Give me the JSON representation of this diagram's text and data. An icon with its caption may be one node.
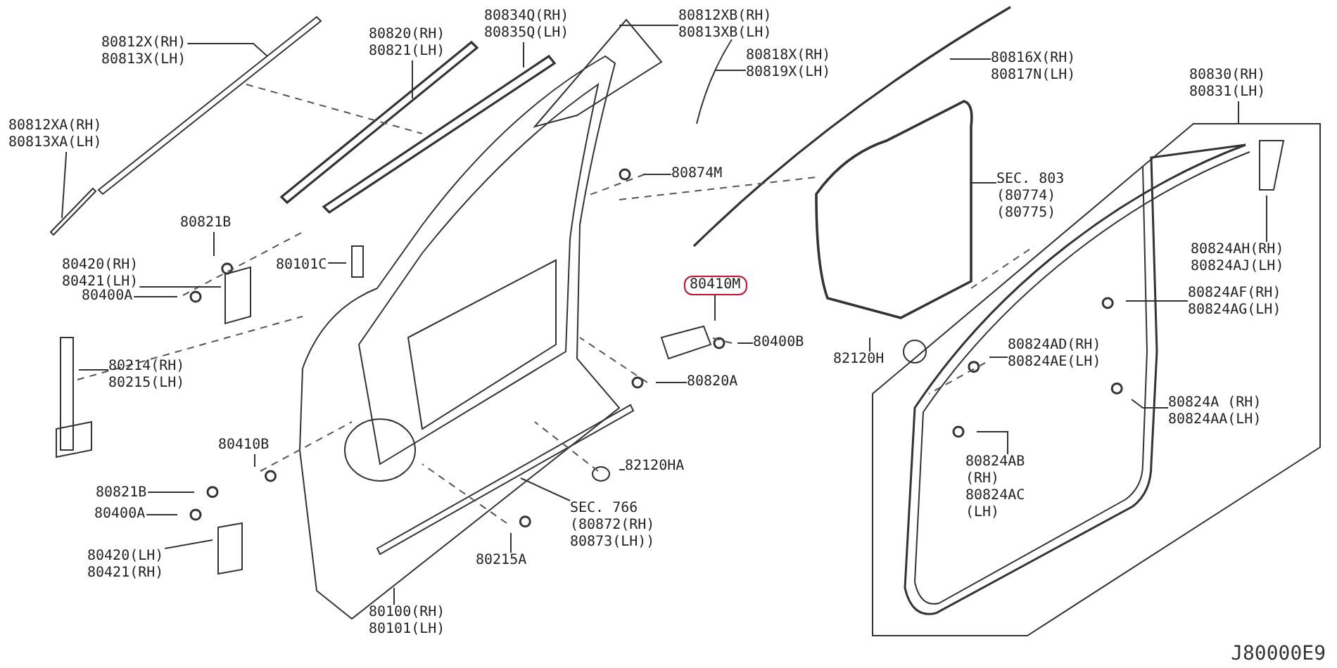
{
  "diagram": {
    "nodes": [
      {
        "text": [
          "80812X(RH) 80813X(LH)"
        ]
      },
      {
        "text": [
          "80812XA(RH) 80813XA(LH)"
        ]
      },
      {
        "text": [
          "80820(RH) 80821(LH)"
        ]
      },
      {
        "text": [
          "80834Q(RH) 80835Q(LH)"
        ]
      },
      {
        "text": [
          "80812XB(RH) 80813XB(LH)"
        ]
      },
      {
        "text": [
          "80818X(RH) 80819X(LH)"
        ]
      },
      {
        "text": [
          "80816X(RH) 80817N(LH)"
        ]
      },
      {
        "text": [
          "80830(RH) 80831(LH)"
        ]
      },
      {
        "text": [
          "80821B"
        ]
      },
      {
        "text": [
          "80420(RH) 80421(LH)"
        ]
      },
      {
        "text": [
          "80101C"
        ]
      },
      {
        "text": [
          "80874M"
        ]
      },
      {
        "text": [
          "SEC. 803 (80774) (80775)"
        ]
      },
      {
        "text": [
          "80400A"
        ]
      },
      {
        "text": [
          "80410M"
        ]
      },
      {
        "text": [
          "80400B"
        ]
      },
      {
        "text": [
          "82120H"
        ]
      },
      {
        "text": [
          "80824AH(RH) 80824AJ(LH)"
        ]
      },
      {
        "text": [
          "80824AF(RH) 80824AG(LH)"
        ]
      },
      {
        "text": [
          "80820A"
        ]
      },
      {
        "text": [
          "80214(RH) 80215(LH)"
        ]
      },
      {
        "text": [
          "80824AD(RH) 80824AE(LH)"
        ]
      },
      {
        "text": [
          "80824A (RH) 80824AA(LH)"
        ]
      },
      {
        "text": [
          "80410B"
        ]
      },
      {
        "text": [
          "82120HA"
        ]
      },
      {
        "text": [
          "80824AB (RH) 80824AC (LH)"
        ]
      },
      {
        "text": [
          "80821B"
        ]
      },
      {
        "text": [
          "SEC. 766 (80872(RH) 80873(LH))"
        ]
      },
      {
        "text": [
          "80400A"
        ]
      },
      {
        "text": [
          "80420(LH) 80421(RH)"
        ]
      },
      {
        "text": [
          "80215A"
        ]
      },
      {
        "text": [
          "80100(RH) 80101(LH)"
        ]
      }
    ],
    "edges": [
      {
        "from": 0,
        "to": null,
        "arrow": "none"
      },
      {
        "from": 1,
        "to": null,
        "arrow": "none"
      },
      {
        "from": 2,
        "to": null,
        "arrow": "none"
      },
      {
        "from": 3,
        "to": null,
        "arrow": "none"
      },
      {
        "from": 4,
        "to": null,
        "arrow": "none"
      },
      {
        "from": 5,
        "to": null,
        "arrow": "none"
      },
      {
        "from": 6,
        "to": null,
        "arrow": "none"
      },
      {
        "from": 7,
        "to": null,
        "arrow": "none"
      },
      {
        "from": 8,
        "to": null,
        "arrow": "none"
      },
      {
        "from": 9,
        "to": null,
        "arrow": "none"
      },
      {
        "from": 10,
        "to": null,
        "arrow": "none"
      },
      {
        "from": 11,
        "to": null,
        "arrow": "none"
      },
      {
        "from": 12,
        "to": null,
        "arrow": "none"
      },
      {
        "from": 13,
        "to": null,
        "arrow": "none"
      },
      {
        "from": 14,
        "to": null,
        "arrow": "none"
      },
      {
        "from": 15,
        "to": null,
        "arrow": "none"
      },
      {
        "from": 16,
        "to": null,
        "arrow": "none"
      },
      {
        "from": 17,
        "to": null,
        "arrow": "none"
      },
      {
        "from": 18,
        "to": null,
        "arrow": "none"
      },
      {
        "from": 19,
        "to": null,
        "arrow": "none"
      },
      {
        "from": 20,
        "to": null,
        "arrow": "none"
      },
      {
        "from": 21,
        "to": null,
        "arrow": "none"
      },
      {
        "from": 22,
        "to": null,
        "arrow": "none"
      },
      {
        "from": 23,
        "to": null,
        "arrow": "none"
      },
      {
        "from": 24,
        "to": null,
        "arrow": "none"
      },
      {
        "from": 25,
        "to": null,
        "arrow": "none"
      },
      {
        "from": 26,
        "to": null,
        "arrow": "none"
      },
      {
        "from": 27,
        "to": null,
        "arrow": "none"
      },
      {
        "from": 28,
        "to": null,
        "arrow": "none"
      },
      {
        "from": 29,
        "to": null,
        "arrow": "none"
      },
      {
        "from": 30,
        "to": null,
        "arrow": "none"
      },
      {
        "from": 31,
        "to": null,
        "arrow": "none"
      }
    ],
    "labels": [
      "J80000E9"
    ]
  }
}
